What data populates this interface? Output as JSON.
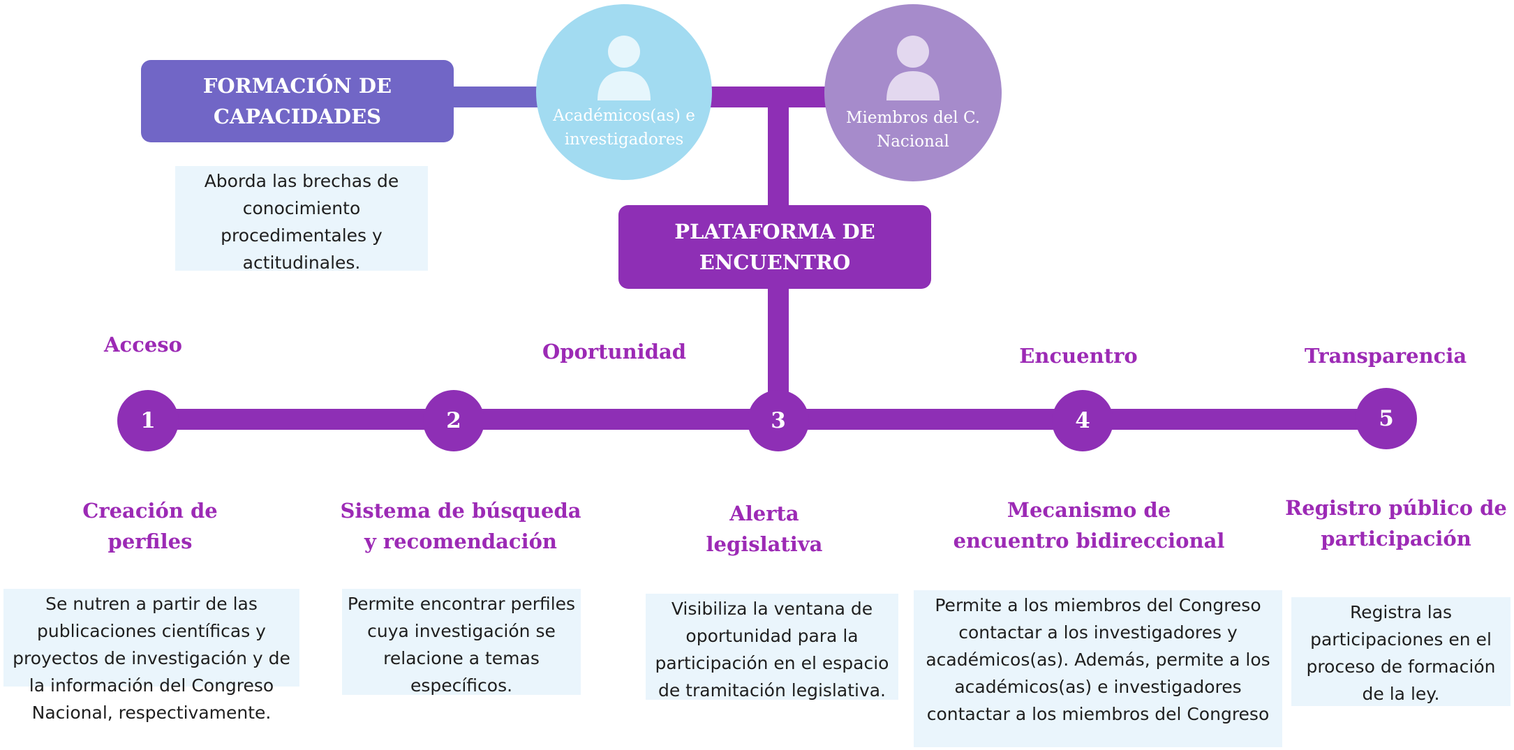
{
  "formacion": {
    "title": "FORMACIÓN DE\nCAPACIDADES",
    "description": "Aborda las brechas de conocimiento procedimentales y actitudinales."
  },
  "actors": [
    {
      "label": "Académicos(as) e\ninvestigadores",
      "icon": "person-icon",
      "color": "#a2dbf1"
    },
    {
      "label": "Miembros del C.\nNacional",
      "icon": "person-icon",
      "color": "#a68bcb"
    }
  ],
  "plataforma": {
    "title": "PLATAFORMA DE\nENCUENTRO"
  },
  "stages": [
    {
      "number": "1",
      "phase": "Acceso",
      "title": "Creación de\nperfiles",
      "description": "Se nutren a partir de las publicaciones científicas y proyectos de investigación y de la información del Congreso Nacional, respectivamente."
    },
    {
      "number": "2",
      "phase": "",
      "title": "Sistema de búsqueda\ny recomendación",
      "description": "Permite encontrar perfiles cuya investigación se relacione a temas específicos."
    },
    {
      "number": "3",
      "phase": "Oportunidad",
      "title": "Alerta\nlegislativa",
      "description": "Visibiliza la ventana de oportunidad para la participación en el espacio de tramitación legislativa."
    },
    {
      "number": "4",
      "phase": "Encuentro",
      "title": "Mecanismo de\nencuentro bidireccional",
      "description": "Permite a los miembros del Congreso contactar a los investigadores y académicos(as). Además, permite a los académicos(as) e investigadores contactar a los miembros del Congreso"
    },
    {
      "number": "5",
      "phase": "Transparencia",
      "title": "Registro público de\nparticipación",
      "description": "Registra las participaciones en el proceso de formación de la ley."
    }
  ],
  "colors": {
    "purple": "#8e2fb5",
    "formacion_box": "#7166c6",
    "accent_text": "#9c2ab5",
    "desc_bg": "#eaf5fc"
  }
}
